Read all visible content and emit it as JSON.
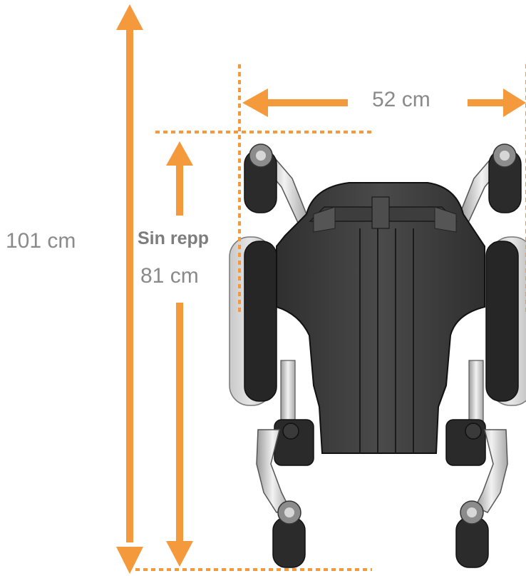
{
  "diagram": {
    "accent_color": "#f59a3c",
    "text_color": "#8a8a8a",
    "subject": "power-wheelchair-rear-view",
    "labels": {
      "total_height": "101 cm",
      "width": "52 cm",
      "without_headrest": "Sin repp",
      "seat_height": "81 cm"
    }
  }
}
